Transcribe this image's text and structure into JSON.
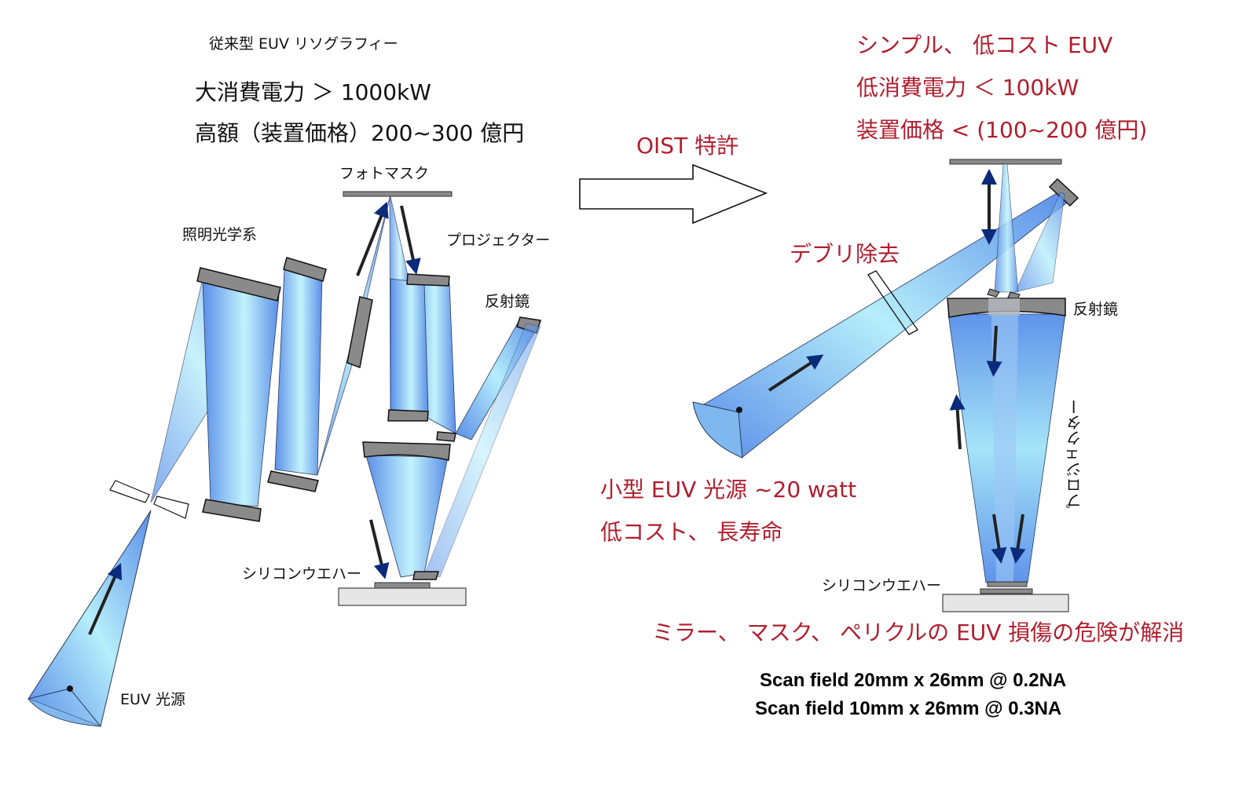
{
  "conventional": {
    "title": "従来型 EUV リソグラフィー",
    "power": "大消費電力 ＞ 1000kW",
    "price": "高額（装置価格）200~300 億円",
    "labels": {
      "photomask": "フォトマスク",
      "illumination": "照明光学系",
      "projector": "プロジェクター",
      "mirror": "反射鏡",
      "wafer": "シリコンウエハー",
      "source": "EUV 光源"
    }
  },
  "transition": {
    "label": "OIST 特許",
    "arrow_icon": "right-arrow-icon"
  },
  "oist": {
    "headline": "シンプル、 低コスト EUV",
    "power": "低消費電力 ＜ 100kW",
    "price": "装置価格 < (100~200 億円)",
    "debris": "デブリ除去",
    "mirror": "反射鏡",
    "projector": "プロジェクター",
    "source_line1": "小型 EUV 光源 ~20 watt",
    "source_line2": "低コスト、 長寿命",
    "wafer": "シリコンウエハー",
    "benefit": "ミラー、 マスク、 ペリクルの EUV 損傷の危険が解消",
    "scan_fields": [
      "Scan field 20mm x 26mm @ 0.2NA",
      "Scan field 10mm x 26mm @ 0.3NA"
    ]
  },
  "colors": {
    "accent_red": "#b01e2e",
    "beam_dark": "#5b8ee8",
    "beam_light": "#bdf1fb",
    "mirror_gray": "#8a8a8a",
    "arrow_navy": "#0a2a7a"
  }
}
